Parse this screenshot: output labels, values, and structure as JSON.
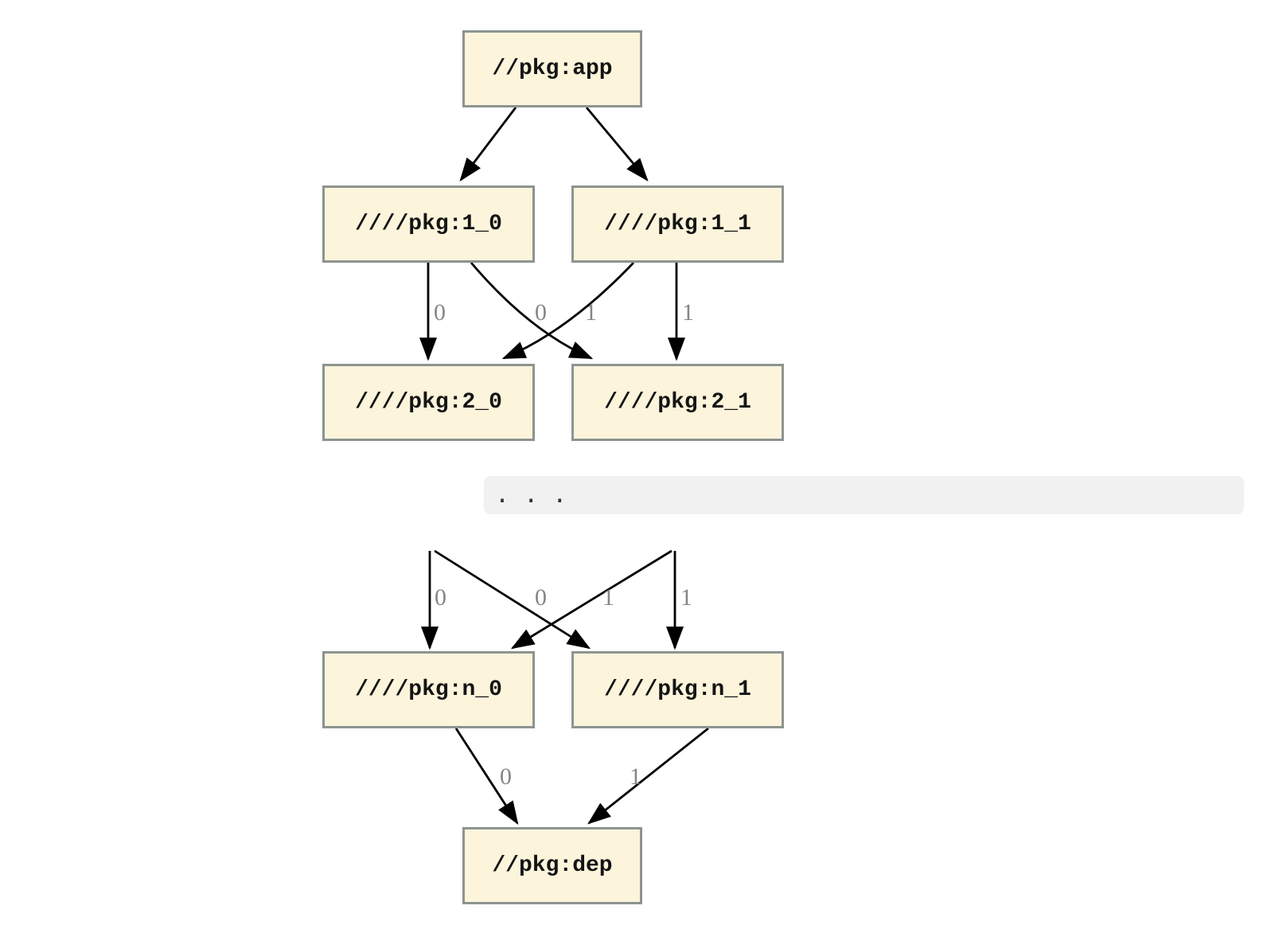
{
  "diagram": {
    "type": "dependency-graph",
    "nodes": {
      "app": {
        "label": "//pkg:app"
      },
      "v1_0": {
        "label": "////pkg:1_0"
      },
      "v1_1": {
        "label": "////pkg:1_1"
      },
      "v2_0": {
        "label": "////pkg:2_0"
      },
      "v2_1": {
        "label": "////pkg:2_1"
      },
      "vn_0": {
        "label": "////pkg:n_0"
      },
      "vn_1": {
        "label": "////pkg:n_1"
      },
      "dep": {
        "label": "//pkg:dep"
      }
    },
    "ellipsis": {
      "text": ". . ."
    },
    "edges": [
      {
        "from": "//pkg:app",
        "to": "////pkg:1_0",
        "label": ""
      },
      {
        "from": "//pkg:app",
        "to": "////pkg:1_1",
        "label": ""
      },
      {
        "from": "////pkg:1_0",
        "to": "////pkg:2_0",
        "label": "0"
      },
      {
        "from": "////pkg:1_0",
        "to": "////pkg:2_1",
        "label": "1"
      },
      {
        "from": "////pkg:1_1",
        "to": "////pkg:2_0",
        "label": "0"
      },
      {
        "from": "////pkg:1_1",
        "to": "////pkg:2_1",
        "label": "1"
      },
      {
        "from": "...",
        "to": "////pkg:n_0",
        "label": "0"
      },
      {
        "from": "...",
        "to": "////pkg:n_1",
        "label": "1"
      },
      {
        "from": "...",
        "to": "////pkg:n_0",
        "label": "0"
      },
      {
        "from": "...",
        "to": "////pkg:n_1",
        "label": "1"
      },
      {
        "from": "////pkg:n_0",
        "to": "//pkg:dep",
        "label": "0"
      },
      {
        "from": "////pkg:n_1",
        "to": "//pkg:dep",
        "label": "1"
      }
    ],
    "colors": {
      "background": "#ffffff",
      "node_fill": "#fcf4db",
      "node_border": "#8d9490",
      "edge": "#000000",
      "edge_label": "#868686",
      "ellipsis_bg": "#f1f1f1",
      "ellipsis_text": "#333333"
    }
  }
}
